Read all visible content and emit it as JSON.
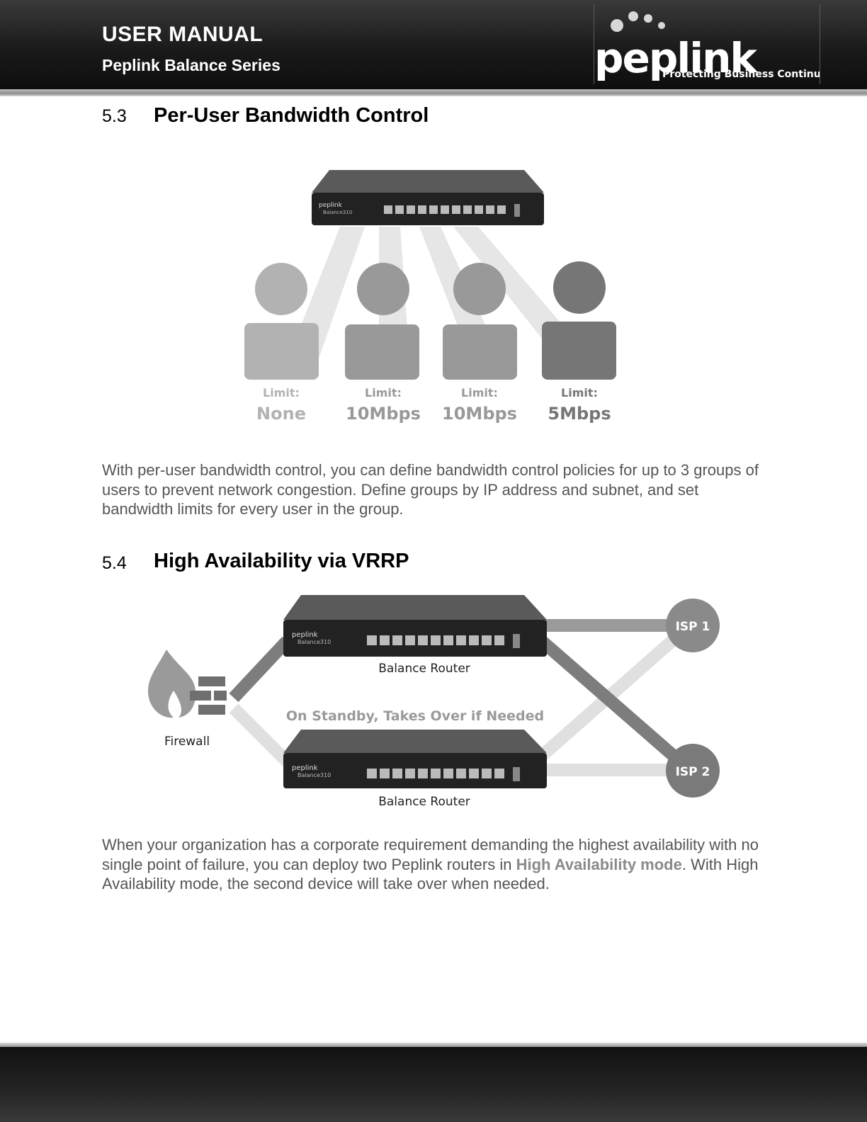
{
  "header": {
    "title": "USER MANUAL",
    "subtitle": "Peplink Balance Series",
    "logo_text": "peplink",
    "logo_tagline": "Protecting Business Continuity"
  },
  "sections": [
    {
      "number": "5.3",
      "title": "Per-User Bandwidth Control",
      "figure": {
        "device_label": "Balance310",
        "users": [
          {
            "limit_label": "Limit:",
            "limit_value": "None",
            "color": "#b2b2b2"
          },
          {
            "limit_label": "Limit:",
            "limit_value": "10Mbps",
            "color": "#999999"
          },
          {
            "limit_label": "Limit:",
            "limit_value": "10Mbps",
            "color": "#999999"
          },
          {
            "limit_label": "Limit:",
            "limit_value": "5Mbps",
            "color": "#767676"
          }
        ]
      },
      "paragraph": "With per-user bandwidth control, you can define bandwidth control policies for up to 3 groups of users to prevent network congestion. Define groups by IP address and subnet, and set bandwidth limits for every user in the group."
    },
    {
      "number": "5.4",
      "title": "High Availability via VRRP",
      "figure": {
        "firewall_label": "Firewall",
        "router1_label": "Balance Router",
        "router2_label": "Balance Router",
        "standby_label": "On Standby, Takes Over if Needed",
        "isp1_label": "ISP 1",
        "isp2_label": "ISP 2",
        "device_label": "Balance310"
      },
      "paragraph_before": "When your organization has a corporate requirement demanding the highest availability with no single point of failure, you can deploy two Peplink routers in ",
      "paragraph_highlight": "High Availability mode",
      "paragraph_after": ". With High Availability mode, the second device will take over when needed."
    }
  ]
}
